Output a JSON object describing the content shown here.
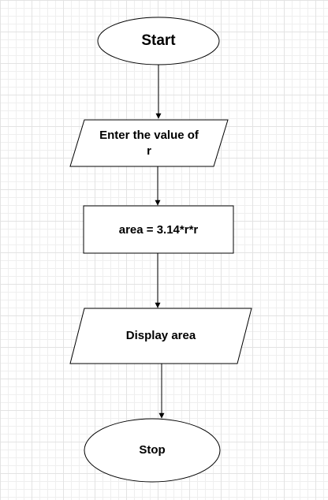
{
  "flowchart": {
    "start": "Start",
    "input": "Enter the value of\nr",
    "process": "area = 3.14*r*r",
    "output": "Display area",
    "stop": "Stop"
  },
  "colors": {
    "stroke": "#000000",
    "fill": "#ffffff",
    "grid": "#e3e3e3"
  }
}
